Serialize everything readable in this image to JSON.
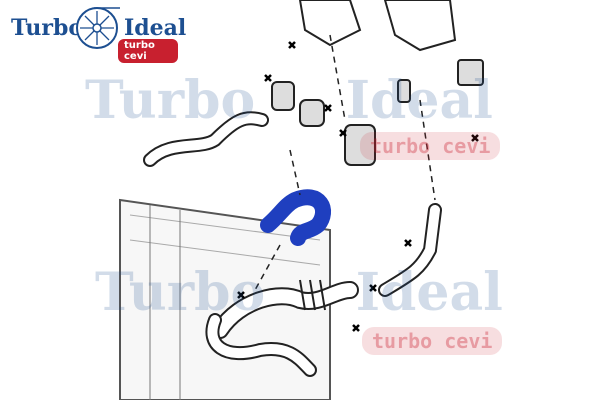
{
  "logo": {
    "word_left": "Turbo",
    "word_right": "Ideal",
    "tagline": "turbo cevi"
  },
  "watermarks": [
    {
      "left": "Turbo",
      "right": "Ideal",
      "tagline": "turbo cevi"
    },
    {
      "left": "Turbo",
      "right": "Ideal",
      "tagline": "turbo cevi"
    }
  ],
  "colors": {
    "brand_blue": "#1d4f91",
    "brand_red": "#c8202f",
    "highlight_hose": "#1f3fbf"
  }
}
